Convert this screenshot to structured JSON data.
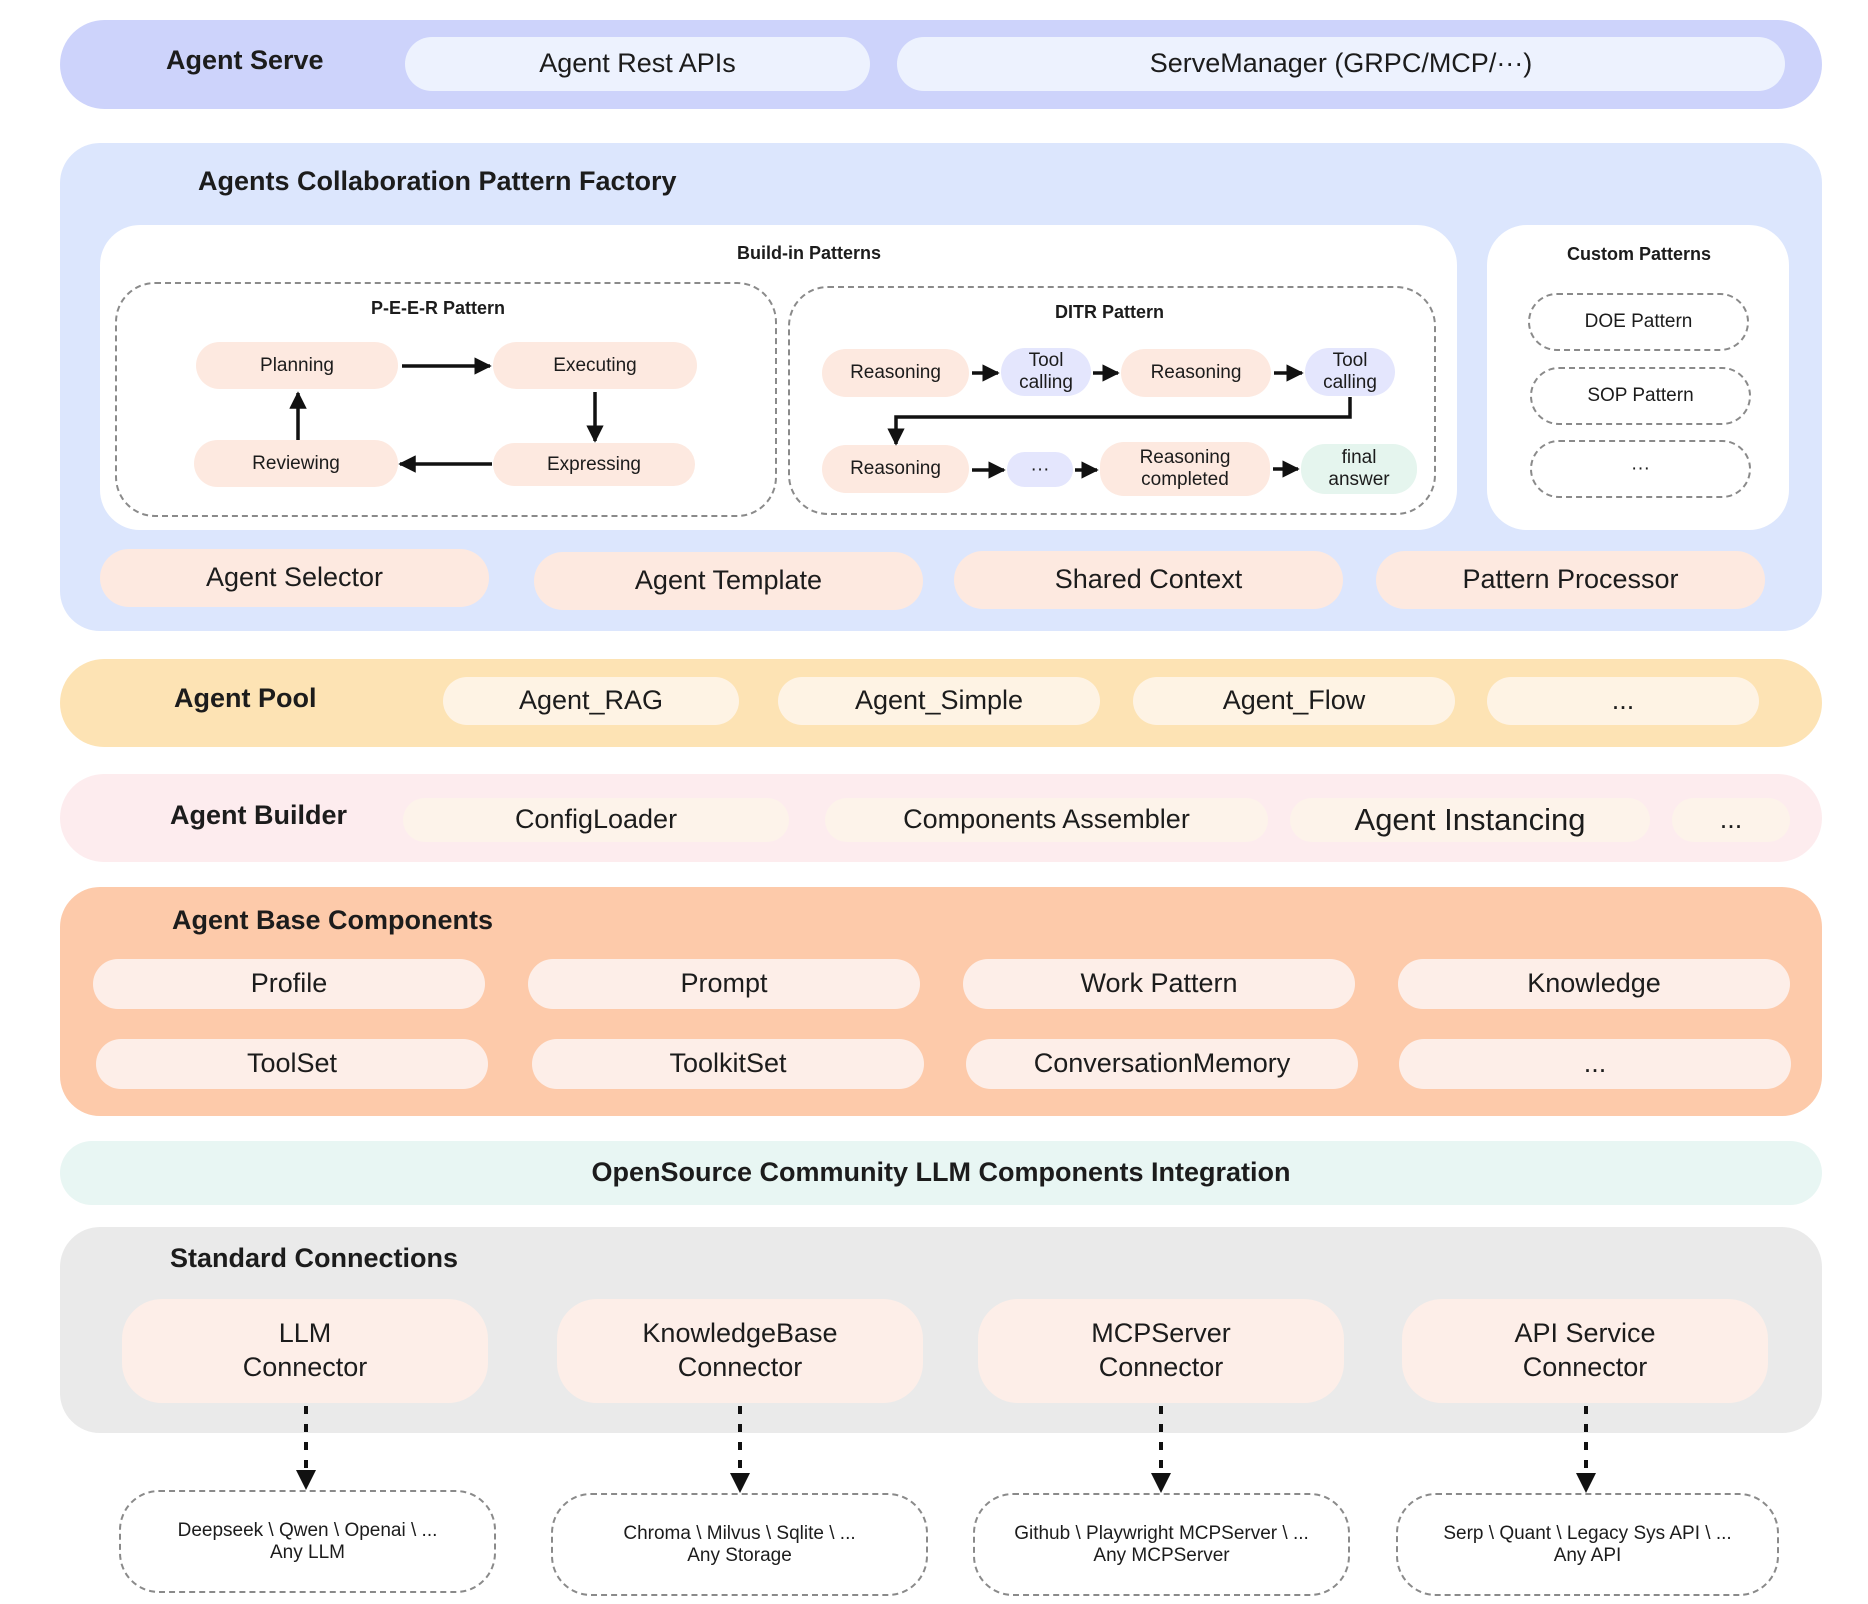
{
  "agent_serve": {
    "title": "Agent Serve",
    "items": [
      "Agent Rest APIs",
      "ServeManager (GRPC/MCP/···)"
    ]
  },
  "factory": {
    "title": "Agents Collaboration Pattern Factory",
    "buildin": {
      "title": "Build-in Patterns",
      "peer": {
        "title": "P-E-E-R Pattern",
        "planning": "Planning",
        "executing": "Executing",
        "reviewing": "Reviewing",
        "expressing": "Expressing"
      },
      "ditr": {
        "title": "DITR  Pattern",
        "reasoning1": "Reasoning",
        "tool1": "Tool\ncalling",
        "reasoning2": "Reasoning",
        "tool2": "Tool\ncalling",
        "reasoning3": "Reasoning",
        "ellipsis": "···",
        "completed": "Reasoning\ncompleted",
        "final": "final\nanswer"
      }
    },
    "custom": {
      "title": "Custom Patterns",
      "items": [
        "DOE Pattern",
        "SOP Pattern",
        "···"
      ]
    },
    "components": [
      "Agent Selector",
      "Agent Template",
      "Shared Context",
      "Pattern Processor"
    ]
  },
  "agent_pool": {
    "title": "Agent Pool",
    "items": [
      "Agent_RAG",
      "Agent_Simple",
      "Agent_Flow",
      "..."
    ]
  },
  "agent_builder": {
    "title": "Agent Builder",
    "items": [
      "ConfigLoader",
      "Components Assembler",
      "Agent Instancing",
      "..."
    ]
  },
  "base_components": {
    "title": "Agent Base Components",
    "row1": [
      "Profile",
      "Prompt",
      "Work Pattern",
      "Knowledge"
    ],
    "row2": [
      "ToolSet",
      "ToolkitSet",
      "ConversationMemory",
      "..."
    ]
  },
  "opensource": {
    "title": "OpenSource Community LLM Components Integration"
  },
  "connections": {
    "title": "Standard Connections",
    "connectors": [
      "LLM\nConnector",
      "KnowledgeBase\nConnector",
      "MCPServer\nConnector",
      "API Service\nConnector"
    ],
    "targets": [
      "Deepseek \\ Qwen \\ Openai \\ ...\nAny LLM",
      "Chroma \\ Milvus \\ Sqlite \\ ...\nAny Storage",
      "Github \\ Playwright  MCPServer \\  ...\nAny MCPServer",
      "Serp \\ Quant \\ Legacy Sys API \\  ...\nAny API"
    ]
  },
  "colors": {
    "serve_bg": "#cdd3fb",
    "serve_pill": "#edf2fe",
    "factory_bg": "#dce6fd",
    "pink_node": "#fde9e0",
    "lavender_node": "#e4e6fd",
    "mint_node": "#e5f5ee",
    "pool_bg": "#fde3b4",
    "builder_bg": "#fdecee",
    "base_bg": "#fdcaaa",
    "opensource_bg": "#e8f6f3",
    "connections_bg": "#eaeaea"
  }
}
